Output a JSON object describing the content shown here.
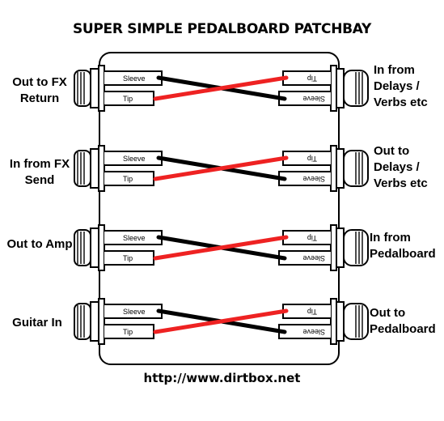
{
  "title": "SUPER SIMPLE PEDALBOARD PATCHBAY",
  "url": "http://www.dirtbox.net",
  "colors": {
    "sleeve_wire": "#000000",
    "tip_wire": "#ee2222",
    "outline": "#000000"
  },
  "terminal_labels": {
    "sleeve": "Sleeve",
    "tip": "Tip"
  },
  "rows": [
    {
      "left_label": "Out to FX\nReturn",
      "right_label": "In from\nDelays /\nVerbs etc"
    },
    {
      "left_label": "In from FX\nSend",
      "right_label": "Out to\nDelays /\nVerbs etc"
    },
    {
      "left_label": "Out to Amp",
      "right_label": "In from\nPedalboard"
    },
    {
      "left_label": "Guitar In",
      "right_label": "Out to\nPedalboard"
    }
  ]
}
